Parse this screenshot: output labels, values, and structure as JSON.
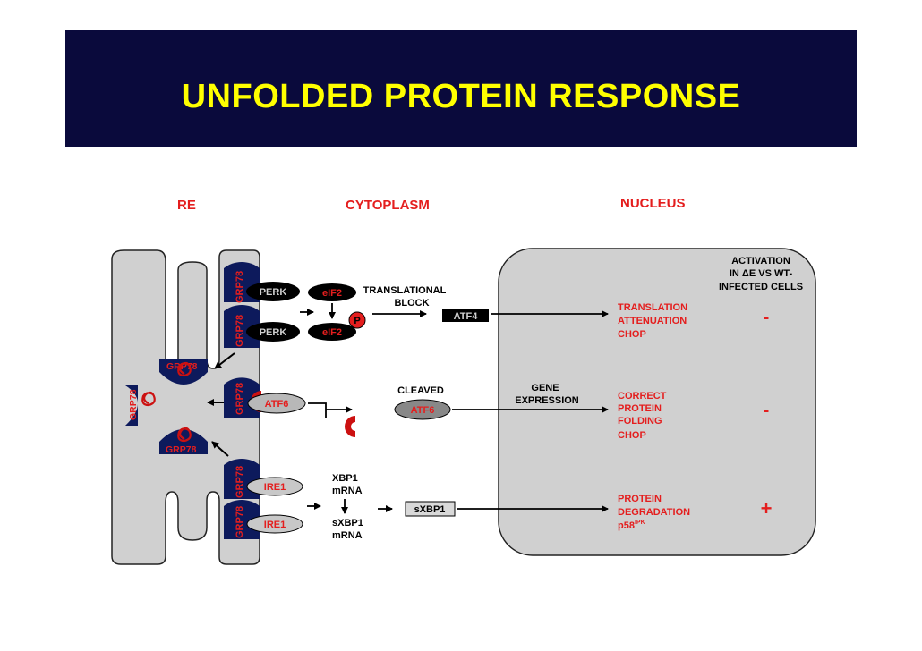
{
  "title": "UNFOLDED PROTEIN RESPONSE",
  "compartments": {
    "er": "RE",
    "cytoplasm": "CYTOPLASM",
    "nucleus": "NUCLEUS"
  },
  "activation_header": {
    "line1": "ACTIVATION",
    "line2": "IN ΔE VS WT-",
    "line3": "INFECTED CELLS"
  },
  "grp78": "GRP78",
  "perk_branch": {
    "perk": "PERK",
    "eif2": "eIF2",
    "phospho": "P",
    "block_line1": "TRANSLATIONAL",
    "block_line2": "BLOCK",
    "atf4": "ATF4",
    "outcome": [
      "TRANSLATION",
      "ATTENUATION",
      "CHOP"
    ],
    "activation": "-"
  },
  "atf6_branch": {
    "atf6": "ATF6",
    "cleaved": "CLEAVED",
    "cleaved_atf6": "ATF6",
    "gene_expression_line1": "GENE",
    "gene_expression_line2": "EXPRESSION",
    "outcome": [
      "CORRECT",
      "PROTEIN",
      "FOLDING",
      "CHOP"
    ],
    "activation": "-"
  },
  "ire1_branch": {
    "ire1": "IRE1",
    "xbp1_line1": "XBP1",
    "xbp1_line2": "mRNA",
    "sxbp1_mrna_line1": "sXBP1",
    "sxbp1_mrna_line2": "mRNA",
    "sxbp1": "sXBP1",
    "outcome": [
      "PROTEIN",
      "DEGRADATION"
    ],
    "p58": "p58",
    "p58_superscript": "IPK",
    "activation": "+"
  },
  "colors": {
    "banner": "#0a0a3c",
    "title": "#ffff00",
    "red": "#e41e1e",
    "navy": "#0d1a5c",
    "compartment": "#d0d0d0"
  }
}
